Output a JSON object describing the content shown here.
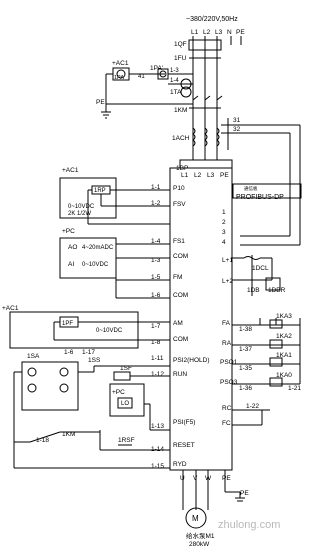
{
  "supply": {
    "label": "~380/220V,50Hz",
    "phases": [
      "L1",
      "L2",
      "L3",
      "N",
      "PE"
    ]
  },
  "top": {
    "qf": "1QF",
    "fu": "1FU",
    "ac1": "+AC1",
    "tp": "1PA",
    "pa": "1PA'",
    "w13": "1-3",
    "w14": "1-4",
    "w41": "41",
    "ta": "1TA",
    "km": "1KM",
    "pe": "PE",
    "ach": "1ACH",
    "r31": "31",
    "r32": "32",
    "bp": "1BP"
  },
  "drive": {
    "terminals": [
      "L1",
      "L2",
      "L3",
      "PE"
    ],
    "left_pins": [
      "P10",
      "FSV",
      "FS1",
      "COM",
      "FM",
      "COM",
      "AM",
      "COM",
      "PSI2(HOLD)",
      "RUN",
      "PSI(F5)",
      "RESET",
      "RYD"
    ],
    "right_pins": [
      "L+1",
      "L+2",
      "FA",
      "RA",
      "PSO1",
      "PSO3",
      "RC",
      "FC"
    ],
    "bottom": [
      "U",
      "V",
      "W",
      "PE"
    ],
    "num": [
      "1",
      "2",
      "3",
      "4"
    ]
  },
  "profibus": {
    "small": "通信板",
    "label": "PROFIBUS-DP"
  },
  "left": {
    "pot": {
      "tag": "+AC1",
      "rp": "1RP",
      "spec1": "2K 1/2W",
      "spec2": "0~10VDC"
    },
    "pc": {
      "tag": "+PC",
      "ao_label": "AO",
      "ao_range": "4~20mADC",
      "ai_label": "AI",
      "ai_range": "0~10VDC"
    },
    "ac1b": "+AC1",
    "pf": {
      "tag": "1PF",
      "range": "0~10VDC"
    },
    "sa": "1SA",
    "ss": "1SS",
    "sf": "1SF",
    "pc2": "+PC",
    "lo": "LO",
    "rsf": "1RSF",
    "km2": "1KM"
  },
  "wires": {
    "w11": "1-1",
    "w12": "1-2",
    "w14": "1-4",
    "w13": "1-3",
    "w15": "1-5",
    "w16": "1-6",
    "w17": "1-7",
    "w18": "1-8",
    "w111": "1-11",
    "w117": "1-17",
    "w16b": "1-6",
    "w112": "1-12",
    "w113": "1-13",
    "w114": "1-14",
    "w115": "1-15",
    "w118": "1-18",
    "r138": "1-38",
    "r137": "1-37",
    "r135": "1-35",
    "r136": "1-36",
    "r121": "1-21",
    "r122": "1-22"
  },
  "right": {
    "dcl": "1DCL",
    "db": "1DB",
    "dbr": "1DBR",
    "ka3": "1KA3",
    "ka2": "1KA2",
    "ka1": "1KA1",
    "ka0": "1KA0"
  },
  "motor": {
    "label": "M",
    "name": "给水泵M1",
    "power": "280kW",
    "pe": "PE"
  },
  "watermark": {
    "text": "zhulong.com"
  }
}
